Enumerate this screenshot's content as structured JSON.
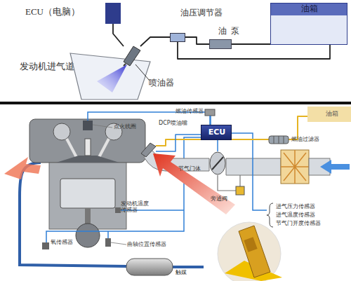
{
  "diagram": {
    "nodes": [
      {
        "text": [
          "ECU（电脑）"
        ]
      },
      {
        "text": [
          "油压调节器"
        ]
      },
      {
        "text": [
          "油泵"
        ]
      },
      {
        "text": [
          "油箱"
        ]
      },
      {
        "text": [
          "喷油器"
        ]
      },
      {
        "text": [
          "ECU"
        ]
      },
      {
        "text": [
          "油箱"
        ]
      },
      {
        "text": [
          "燃油过滤器"
        ]
      },
      {
        "text": [
          "DCP喷油嘴"
        ]
      },
      {
        "text": [
          "节气门体"
        ]
      }
    ],
    "edges": [
      {
        "from": 0,
        "to": 4,
        "arrow": "none"
      },
      {
        "from": 3,
        "to": 2,
        "arrow": "none"
      },
      {
        "from": 2,
        "to": 1,
        "arrow": "none"
      },
      {
        "from": 1,
        "to": 4,
        "arrow": "none"
      },
      {
        "from": 1,
        "to": 3,
        "arrow": "none"
      },
      {
        "from": 6,
        "to": 7,
        "arrow": "none"
      },
      {
        "from": 7,
        "to": 8,
        "arrow": "none"
      },
      {
        "from": 5,
        "to": 8,
        "arrow": "none"
      },
      {
        "from": 5,
        "to": 9,
        "arrow": "none"
      }
    ],
    "labels": [
      "发动机进气道",
      "燃油传感器",
      "点火线圈",
      "发动机温度传感器",
      "进气压力传感器",
      "进气温度传感器",
      "节气门开度传感器",
      "旁通阀",
      "氧传感器",
      "曲轴位置传感器",
      "触媒"
    ]
  }
}
